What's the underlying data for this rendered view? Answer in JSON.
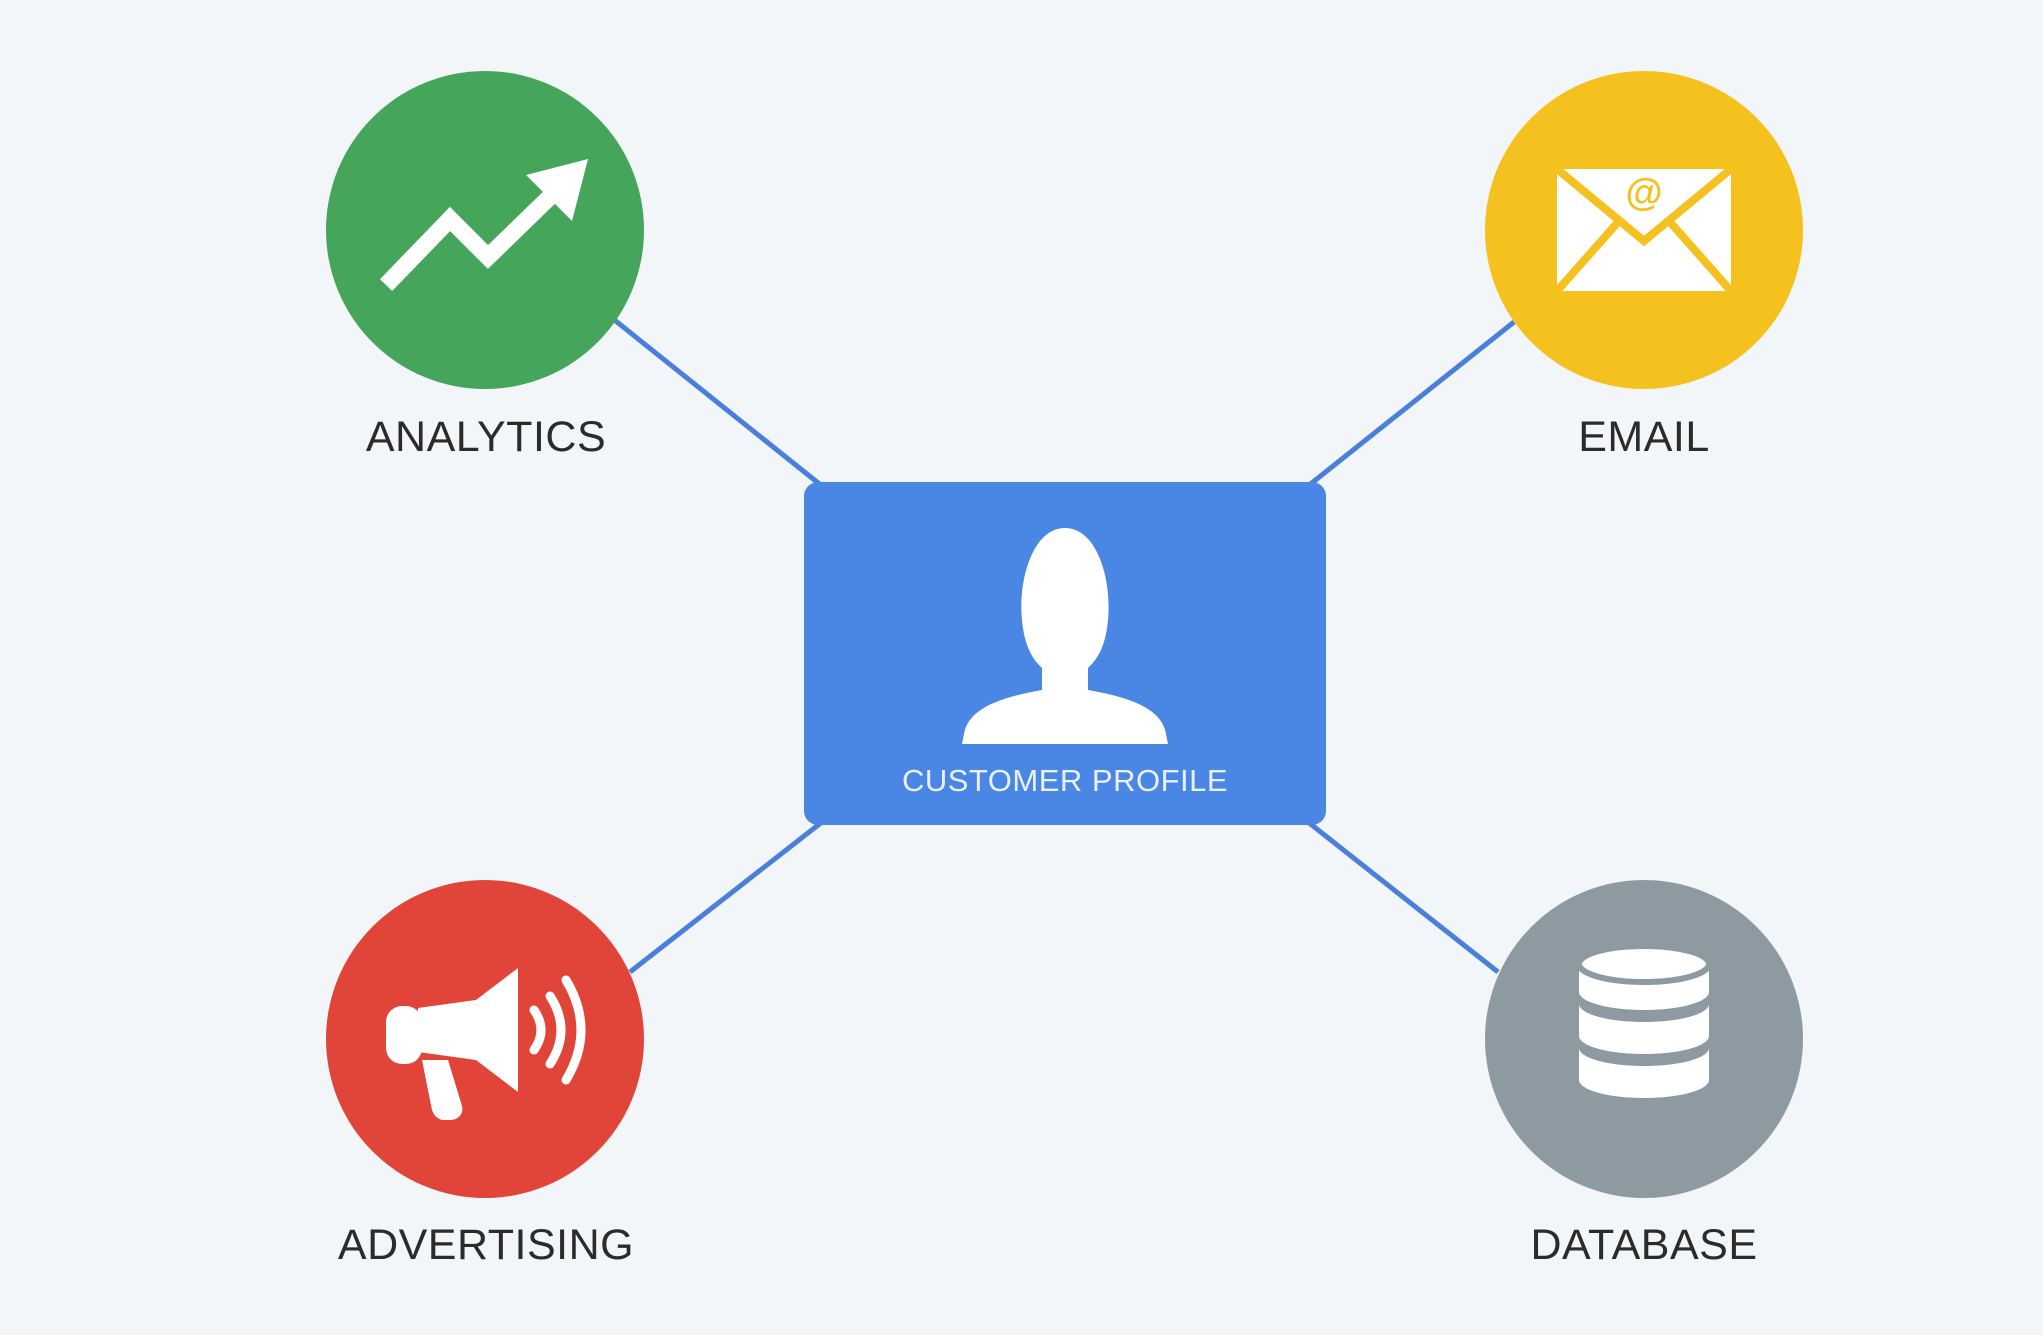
{
  "hub": {
    "label": "CUSTOMER PROFILE",
    "icon": "person-silhouette-icon",
    "color": "#4a86e4"
  },
  "nodes": {
    "analytics": {
      "label": "ANALYTICS",
      "icon": "trending-up-arrow-icon",
      "color": "#45a55a"
    },
    "email": {
      "label": "EMAIL",
      "icon": "email-envelope-at-icon",
      "color": "#f5c11f"
    },
    "advertising": {
      "label": "ADVERTISING",
      "icon": "megaphone-icon",
      "color": "#e1453a"
    },
    "database": {
      "label": "DATABASE",
      "icon": "database-cylinder-icon",
      "color": "#8e9aa2"
    }
  },
  "connector_color": "#4a7fdc"
}
